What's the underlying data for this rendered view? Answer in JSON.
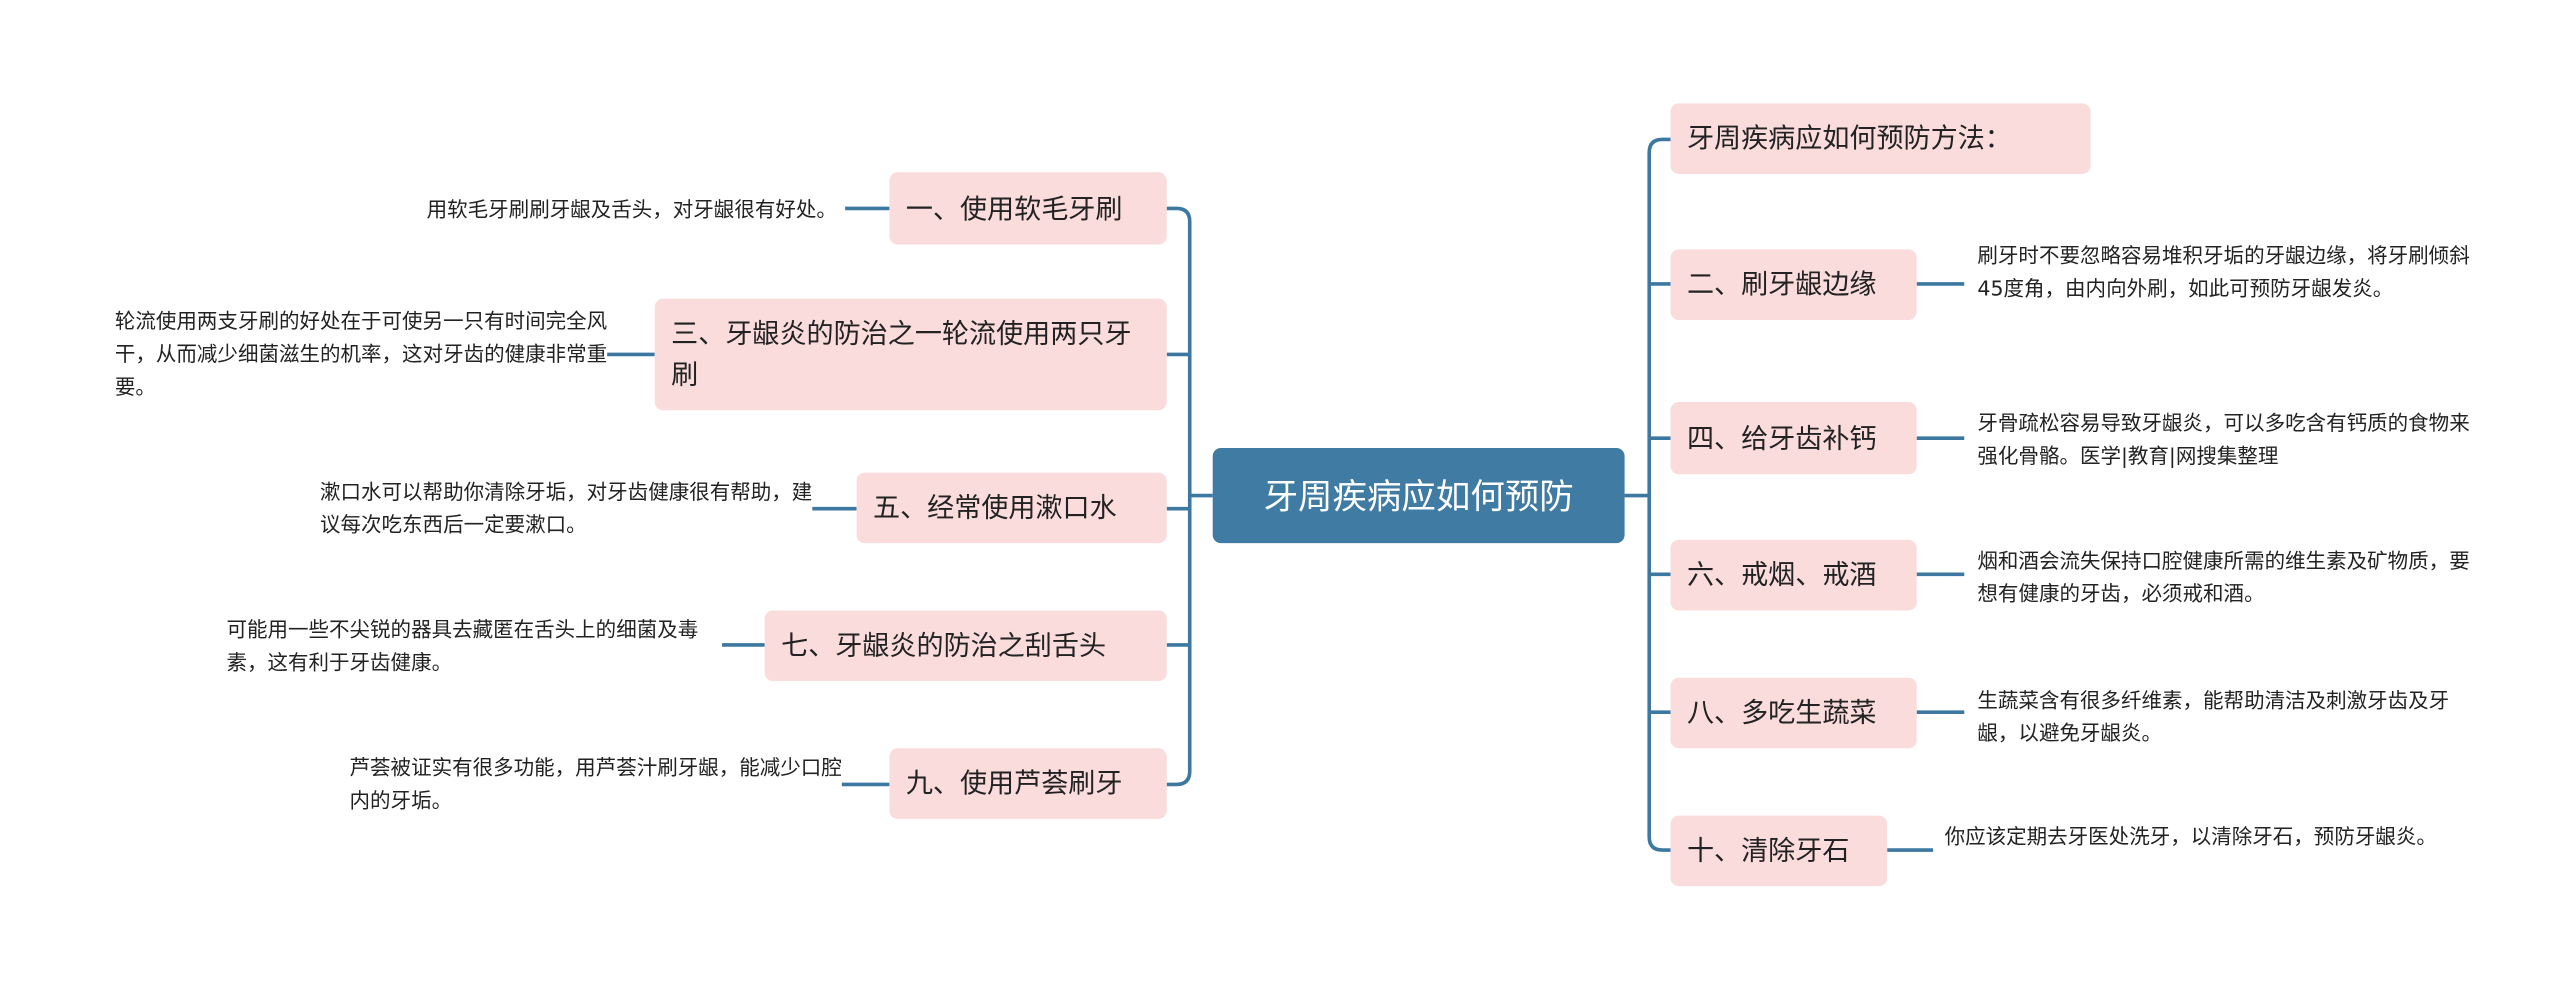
{
  "center": "牙周疾病应如何预防",
  "left": [
    {
      "label": "一、使用软毛牙刷",
      "desc": "用软毛牙刷刷牙龈及舌头，对牙龈很有好处。"
    },
    {
      "label": "三、牙龈炎的防治之一轮流使用两只牙刷",
      "desc": "轮流使用两支牙刷的好处在于可使另一只有时间完全风干，从而减少细菌滋生的机率，这对牙齿的健康非常重要。"
    },
    {
      "label": "五、经常使用漱口水",
      "desc": "漱口水可以帮助你清除牙垢，对牙齿健康很有帮助，建议每次吃东西后一定要漱口。"
    },
    {
      "label": "七、牙龈炎的防治之刮舌头",
      "desc": "可能用一些不尖锐的器具去藏匿在舌头上的细菌及毒素，这有利于牙齿健康。"
    },
    {
      "label": "九、使用芦荟刷牙",
      "desc": "芦荟被证实有很多功能，用芦荟汁刷牙龈，能减少口腔内的牙垢。"
    }
  ],
  "right": [
    {
      "label": "牙周疾病应如何预防方法："
    },
    {
      "label": "二、刷牙龈边缘",
      "desc": "刷牙时不要忽略容易堆积牙垢的牙龈边缘，将牙刷倾斜45度角，由内向外刷，如此可预防牙龈发炎。"
    },
    {
      "label": "四、给牙齿补钙",
      "desc": "牙骨疏松容易导致牙龈炎，可以多吃含有钙质的食物来强化骨骼。医学|教育|网搜集整理"
    },
    {
      "label": "六、戒烟、戒酒",
      "desc": "烟和酒会流失保持口腔健康所需的维生素及矿物质，要想有健康的牙齿，必须戒和酒。"
    },
    {
      "label": "八、多吃生蔬菜",
      "desc": "生蔬菜含有很多纤维素，能帮助清洁及刺激牙齿及牙龈，以避免牙龈炎。"
    },
    {
      "label": "十、清除牙石",
      "desc": "你应该定期去牙医处洗牙，以清除牙石，预防牙龈炎。"
    }
  ],
  "colors": {
    "line": "#3d78a1",
    "node": "#fbdcdc",
    "center": "#3f7ba3"
  }
}
